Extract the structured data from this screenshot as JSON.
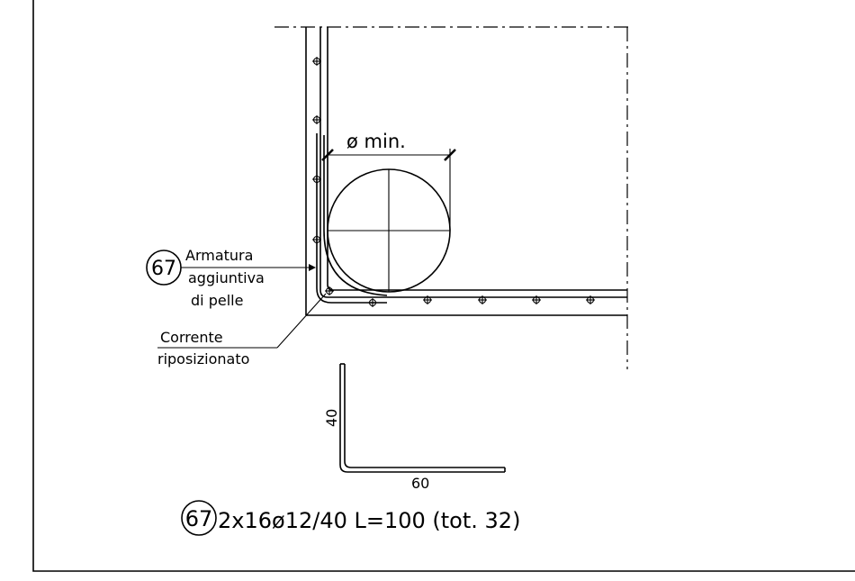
{
  "labels": {
    "diameter_min": "ø  min.",
    "bar_mark": "67",
    "armatura_line1": "Armatura",
    "armatura_line2": "aggiuntiva",
    "armatura_line3": "di pelle",
    "corrente_line1": "Corrente",
    "corrente_line2": "riposizionato",
    "leg_vertical": "40",
    "leg_horizontal": "60",
    "bar_mark_bottom": "67",
    "schedule": "2x16ø12/40  L=100  (tot. 32)"
  }
}
